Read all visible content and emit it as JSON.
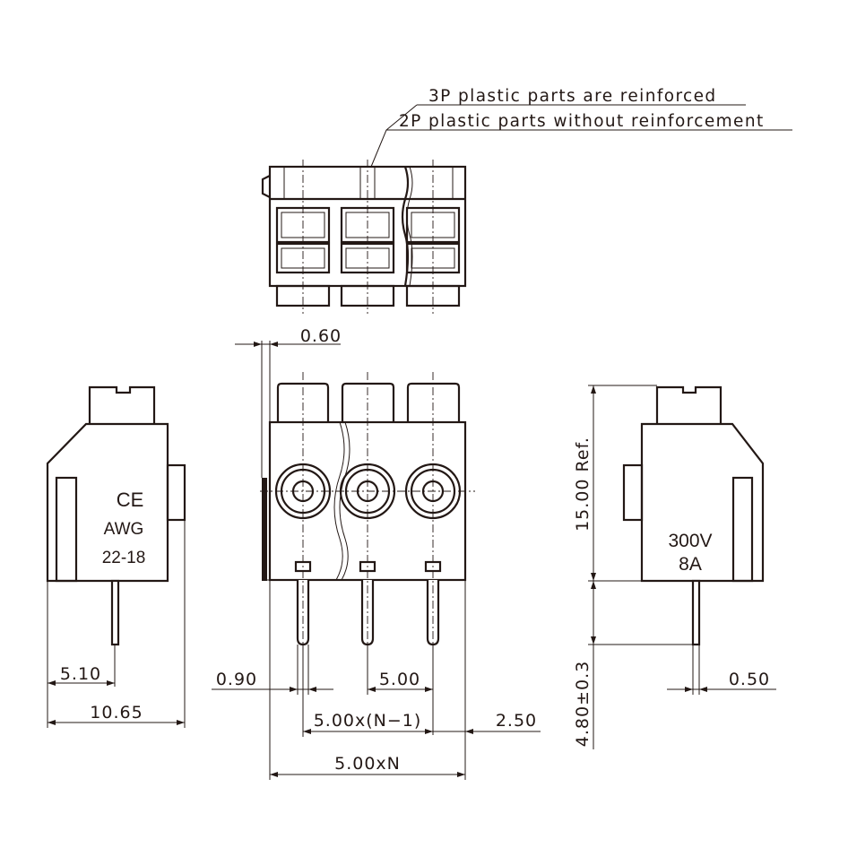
{
  "notes": {
    "reinforced": "3P plastic parts are reinforced",
    "unreinforced": "2P plastic parts without reinforcement"
  },
  "left_view": {
    "ce_mark": "CE",
    "wire_label": "AWG",
    "wire_range": "22-18"
  },
  "right_view": {
    "voltage": "300V",
    "current": "8A"
  },
  "dimensions": {
    "wall": "0.60",
    "pin_offset_left": "5.10",
    "depth": "10.65",
    "pin_width": "0.90",
    "pitch": "5.00",
    "pitch_span": "5.00x(N−1)",
    "edge_offset": "2.50",
    "total_width": "5.00xN",
    "height_ref": "15.00 Ref.",
    "pin_length": "4.80±0.3",
    "pin_thickness": "0.50"
  }
}
